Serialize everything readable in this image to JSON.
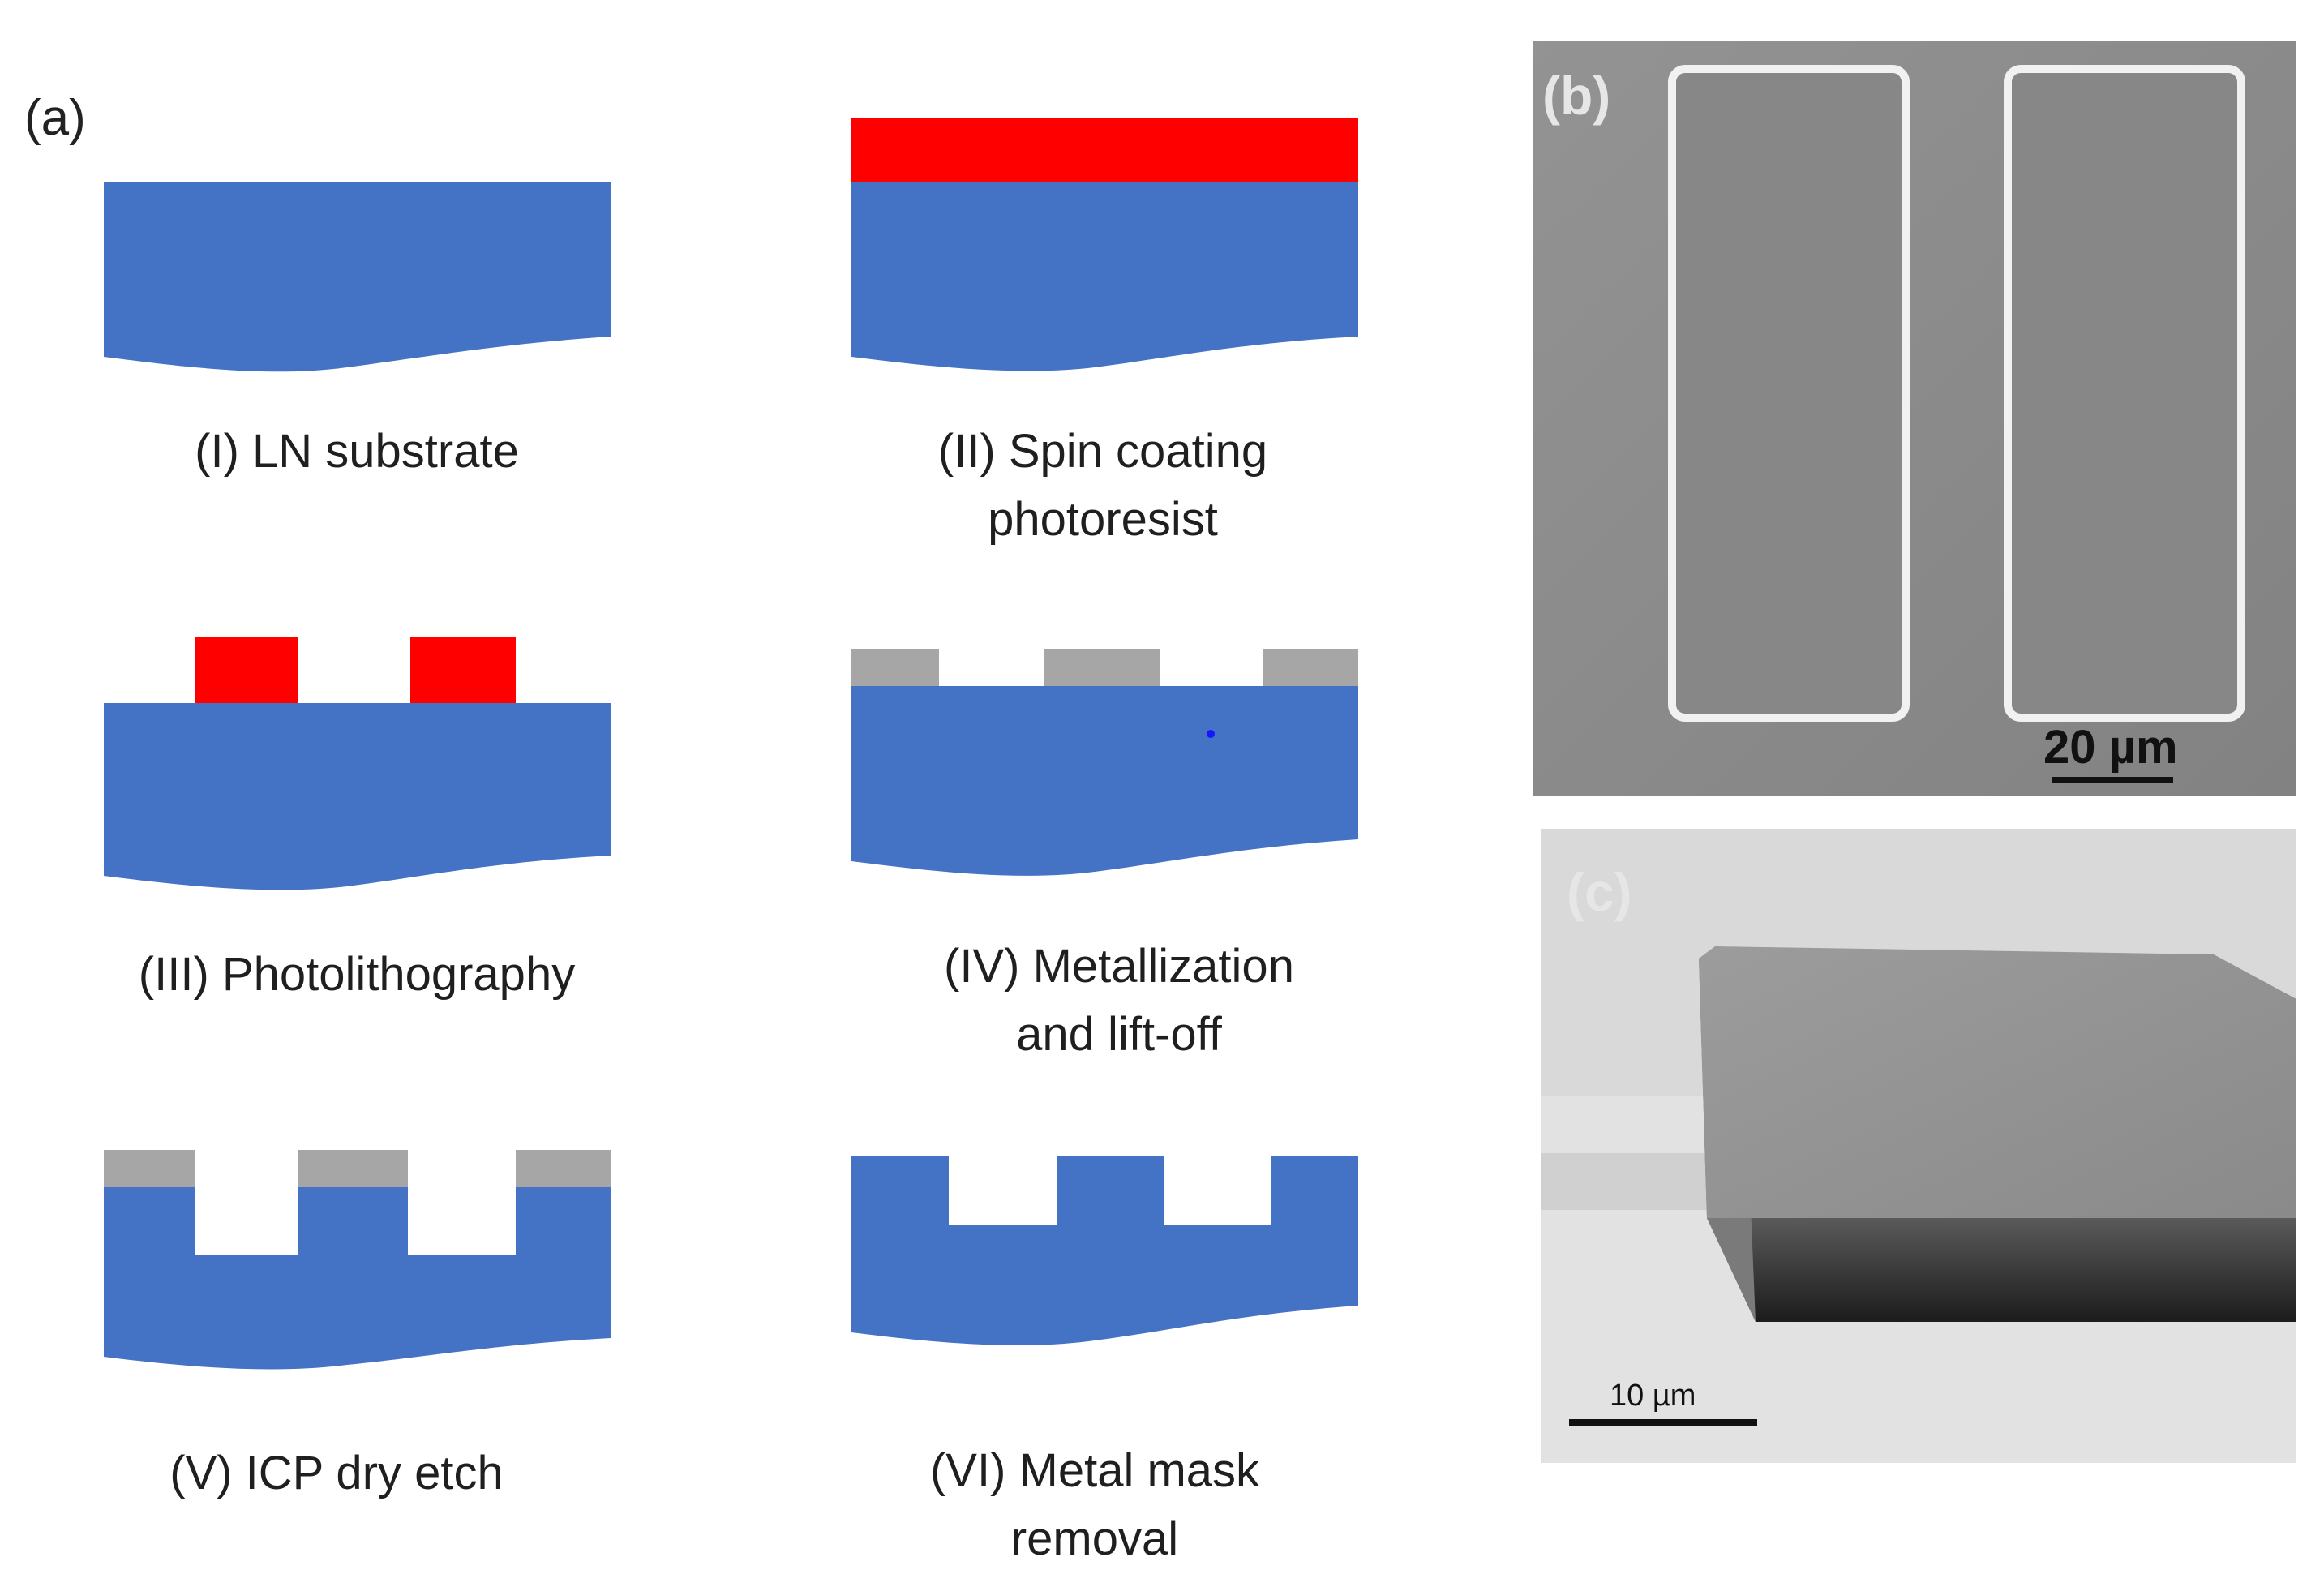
{
  "panel_a": {
    "letter": "(a)",
    "steps": [
      {
        "caption": "(I) LN substrate"
      },
      {
        "caption": "(II) Spin coating\nphotoresist"
      },
      {
        "caption": "(III) Photolithography"
      },
      {
        "caption": "(IV) Metallization\nand lift-off"
      },
      {
        "caption": "(V) ICP dry etch"
      },
      {
        "caption": "(VI) Metal mask\nremoval"
      }
    ]
  },
  "panel_b": {
    "letter": "(b)",
    "scale_label": "20 µm"
  },
  "panel_c": {
    "letter": "(c)",
    "scale_label": "10 µm"
  },
  "colors": {
    "substrate": "#4472C4",
    "photoresist": "#FF0000",
    "metal": "#A6A6A6",
    "sem_b_background": "#8c8c8c",
    "sem_c_background": "#e4e4e4"
  }
}
